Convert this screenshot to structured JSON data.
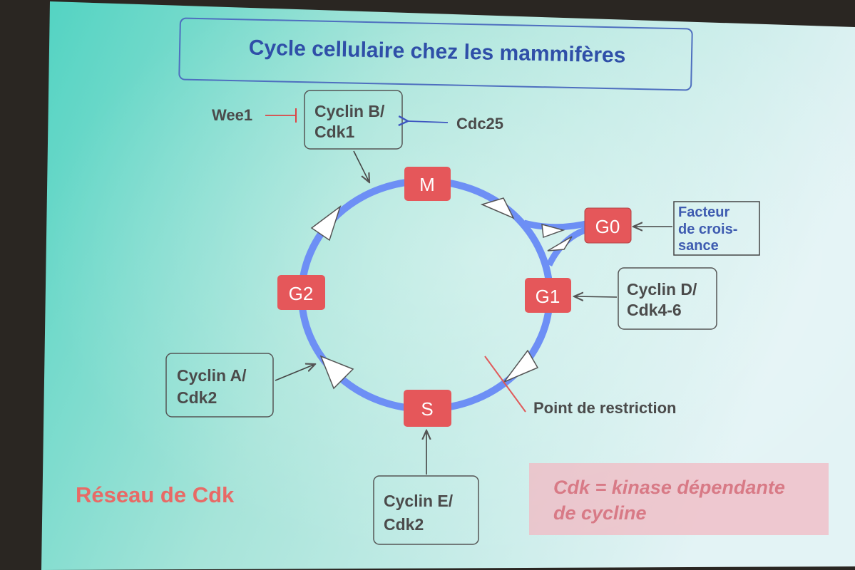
{
  "title": "Cycle cellulaire chez les mammifères",
  "phases": {
    "M": "M",
    "G0": "G0",
    "G1": "G1",
    "G2": "G2",
    "S": "S"
  },
  "regulators": {
    "cyclin_b": [
      "Cyclin B/",
      "Cdk1"
    ],
    "cyclin_d": [
      "Cyclin D/",
      "Cdk4-6"
    ],
    "cyclin_a": [
      "Cyclin A/",
      "Cdk2"
    ],
    "cyclin_e": [
      "Cyclin E/",
      "Cdk2"
    ]
  },
  "wee1": "Wee1",
  "cdc25": "Cdc25",
  "facteur": [
    "Facteur",
    "de crois-",
    "sance"
  ],
  "restriction": "Point de restriction",
  "reseau": "Réseau de Cdk",
  "cdk_definition": [
    "Cdk = kinase dépendante",
    "de cycline"
  ],
  "colors": {
    "slide_bg_left": "#57d5c4",
    "slide_bg_right": "#d6f0f1",
    "cycle_blue": "#6d8ff5",
    "phase_red": "#e5575a",
    "title_blue": "#2f4fa8",
    "reseau_red": "#e86a66",
    "cdk_box_fill": "#f1b9c3"
  }
}
